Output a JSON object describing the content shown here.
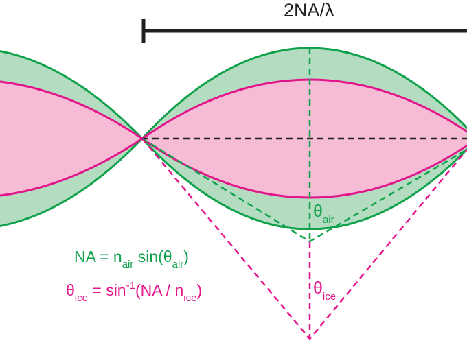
{
  "colors": {
    "green_fill": "#b3dcc1",
    "green_stroke": "#10a14b",
    "pink_fill": "#f6bcd6",
    "pink_stroke": "#e2158b",
    "black": "#231f20"
  },
  "scale_bar": {
    "label": "2NA/λ"
  },
  "angle_air": {
    "symbol": "θ",
    "sub": "air"
  },
  "angle_ice": {
    "symbol": "θ",
    "sub": "ice"
  },
  "eq1": {
    "lhs": "NA = n",
    "sub1": "air",
    "mid": " sin(θ",
    "sub2": "air",
    "end": ")"
  },
  "eq2": {
    "theta": "θ",
    "sub1": "ice",
    "mid": " = sin",
    "sup": "-1",
    "mid2": "(NA / n",
    "sub2": "ice",
    "end": ")"
  }
}
